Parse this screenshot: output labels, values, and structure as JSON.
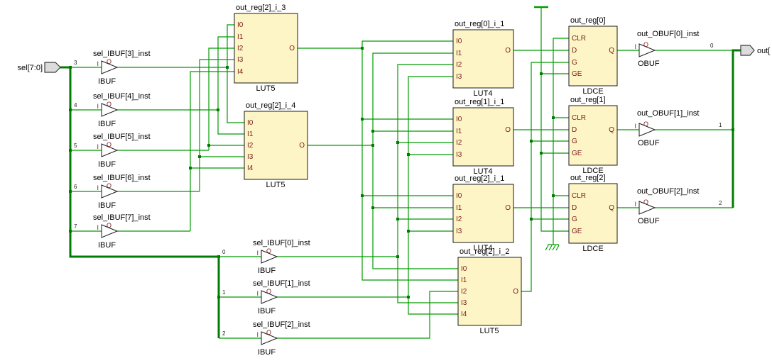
{
  "ports": {
    "input": {
      "label": "sel[7:0]"
    },
    "output": {
      "label": "out["
    }
  },
  "ibufs": [
    {
      "name": "sel_IBUF[3]_inst",
      "type": "IBUF",
      "bit": "3",
      "in": "I",
      "out": "O"
    },
    {
      "name": "sel_IBUF[4]_inst",
      "type": "IBUF",
      "bit": "4",
      "in": "I",
      "out": "O"
    },
    {
      "name": "sel_IBUF[5]_inst",
      "type": "IBUF",
      "bit": "5",
      "in": "I",
      "out": "O"
    },
    {
      "name": "sel_IBUF[6]_inst",
      "type": "IBUF",
      "bit": "6",
      "in": "I",
      "out": "O"
    },
    {
      "name": "sel_IBUF[7]_inst",
      "type": "IBUF",
      "bit": "7",
      "in": "I",
      "out": "O"
    },
    {
      "name": "sel_IBUF[0]_inst",
      "type": "IBUF",
      "bit": "0",
      "in": "I",
      "out": "O"
    },
    {
      "name": "sel_IBUF[1]_inst",
      "type": "IBUF",
      "bit": "1",
      "in": "I",
      "out": "O"
    },
    {
      "name": "sel_IBUF[2]_inst",
      "type": "IBUF",
      "bit": "2",
      "in": "I",
      "out": "O"
    }
  ],
  "luts": [
    {
      "name": "out_reg[2]_i_3",
      "type": "LUT5",
      "pins": [
        "I0",
        "I1",
        "I2",
        "I3",
        "I4"
      ],
      "out": "O"
    },
    {
      "name": "out_reg[2]_i_4",
      "type": "LUT5",
      "pins": [
        "I0",
        "I1",
        "I2",
        "I3",
        "I4"
      ],
      "out": "O"
    },
    {
      "name": "out_reg[0]_i_1",
      "type": "LUT4",
      "pins": [
        "I0",
        "I1",
        "I2",
        "I3"
      ],
      "out": "O"
    },
    {
      "name": "out_reg[1]_i_1",
      "type": "LUT4",
      "pins": [
        "I0",
        "I1",
        "I2",
        "I3"
      ],
      "out": "O"
    },
    {
      "name": "out_reg[2]_i_1",
      "type": "LUT4",
      "pins": [
        "I0",
        "I1",
        "I2",
        "I3"
      ],
      "out": "O"
    },
    {
      "name": "out_reg[2]_i_2",
      "type": "LUT5",
      "pins": [
        "I0",
        "I1",
        "I2",
        "I3",
        "I4"
      ],
      "out": "O"
    }
  ],
  "ldces": [
    {
      "name": "out_reg[0]",
      "type": "LDCE",
      "pins": [
        "CLR",
        "D",
        "G",
        "GE"
      ],
      "out": "Q"
    },
    {
      "name": "out_reg[1]",
      "type": "LDCE",
      "pins": [
        "CLR",
        "D",
        "G",
        "GE"
      ],
      "out": "Q"
    },
    {
      "name": "out_reg[2]",
      "type": "LDCE",
      "pins": [
        "CLR",
        "D",
        "G",
        "GE"
      ],
      "out": "Q"
    }
  ],
  "obufs": [
    {
      "name": "out_OBUF[0]_inst",
      "type": "OBUF",
      "bit": "0",
      "in": "I",
      "out": "O"
    },
    {
      "name": "out_OBUF[1]_inst",
      "type": "OBUF",
      "bit": "1",
      "in": "I",
      "out": "O"
    },
    {
      "name": "out_OBUF[2]_inst",
      "type": "OBUF",
      "bit": "2",
      "in": "I",
      "out": "O"
    }
  ],
  "colors": {
    "net": "#009b00",
    "bus": "#007d00",
    "cell_fill": "#fdf5c6",
    "cell_border": "#1a1a1a",
    "pin_text": "#7a1a1a"
  }
}
